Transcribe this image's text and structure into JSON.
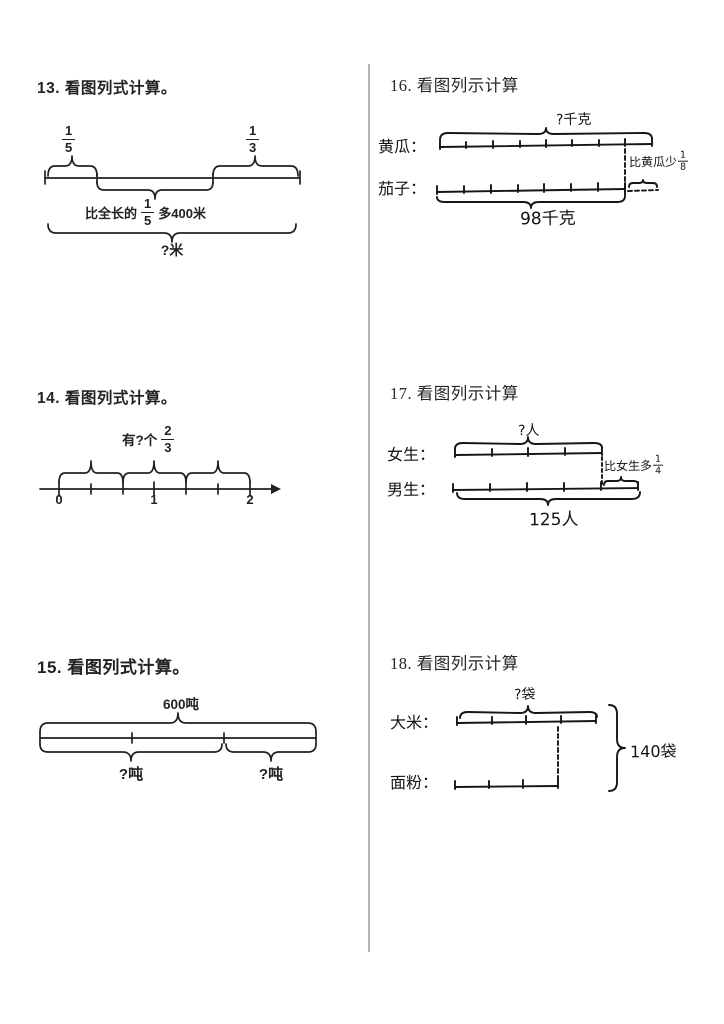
{
  "page": {
    "paper_color": "#ffffff",
    "ink_color": "#1f1f1f",
    "divider_color": "#b5b5b5"
  },
  "problems": {
    "p13": {
      "title": "13. 看图列式计算。",
      "frac_left": {
        "num": "1",
        "den": "5"
      },
      "frac_right": {
        "num": "1",
        "den": "3"
      },
      "mid_prefix": "比全长的",
      "mid_frac": {
        "num": "1",
        "den": "5"
      },
      "mid_suffix": "多400米",
      "total_label": "?米"
    },
    "p14": {
      "title": "14. 看图列式计算。",
      "question_prefix": "有?个",
      "frac": {
        "num": "2",
        "den": "3"
      },
      "ticks": [
        "0",
        "1",
        "2"
      ]
    },
    "p15": {
      "title": "15. 看图列式计算。",
      "total_label": "600吨",
      "part1_label": "?吨",
      "part2_label": "?吨"
    },
    "p16": {
      "title": "16. 看图列示计算",
      "row1_label": "黄瓜：",
      "row2_label": "茄子：",
      "top_label": "?千克",
      "bottom_label": "98千克",
      "diff_prefix": "比黄瓜少",
      "diff_frac": {
        "num": "1",
        "den": "8"
      }
    },
    "p17": {
      "title": "17. 看图列示计算",
      "row1_label": "女生：",
      "row2_label": "男生：",
      "top_label": "?人",
      "bottom_label": "125人",
      "diff_prefix": "比女生多",
      "diff_frac": {
        "num": "1",
        "den": "4"
      }
    },
    "p18": {
      "title": "18. 看图列示计算",
      "row1_label": "大米：",
      "row2_label": "面粉：",
      "top_label": "?袋",
      "total_label": "140袋"
    }
  }
}
